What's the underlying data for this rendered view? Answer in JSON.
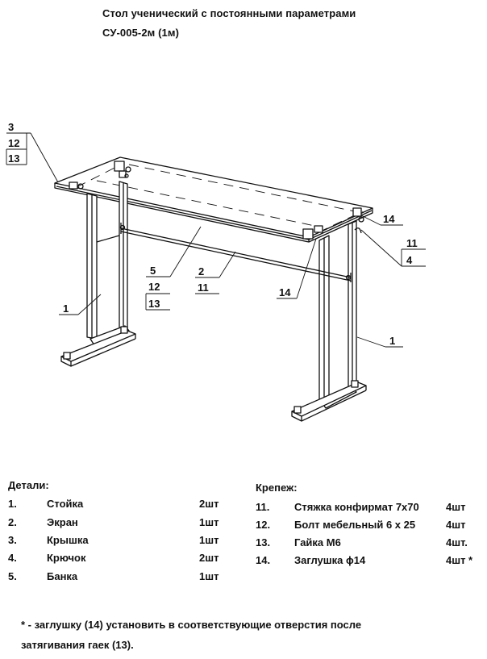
{
  "title": {
    "line1": "Стол ученический с постоянными параметрами",
    "line2": "СУ-005-2м (1м)"
  },
  "callouts": {
    "c3": "3",
    "c12a": "12",
    "c13a": "13",
    "c14a": "14",
    "c11a": "11",
    "c4": "4",
    "c5": "5",
    "c12b": "12",
    "c13b": "13",
    "c2": "2",
    "c11b": "11",
    "c14b": "14",
    "c1a": "1",
    "c1b": "1"
  },
  "details": {
    "heading": "Детали:",
    "items": [
      {
        "num": "1.",
        "name": "Стойка",
        "qty": "2шт"
      },
      {
        "num": "2.",
        "name": "Экран",
        "qty": "1шт"
      },
      {
        "num": "3.",
        "name": "Крышка",
        "qty": "1шт"
      },
      {
        "num": "4.",
        "name": "Крючок",
        "qty": "2шт"
      },
      {
        "num": "5.",
        "name": "Банка",
        "qty": "1шт"
      }
    ]
  },
  "fasteners": {
    "heading": "Крепеж:",
    "items": [
      {
        "num": "11.",
        "name": "Стяжка конфирмат 7х70",
        "qty": "4шт"
      },
      {
        "num": "12.",
        "name": "Болт мебельный 6 х 25",
        "qty": "4шт"
      },
      {
        "num": "13.",
        "name": "Гайка М6",
        "qty": "4шт."
      },
      {
        "num": "14.",
        "name": "Заглушка ϕ14",
        "qty": "4шт *"
      }
    ]
  },
  "note": {
    "line1": "* - заглушку (14) установить в соответствующие отверстия после",
    "line2": "затягивания гаек (13)."
  }
}
